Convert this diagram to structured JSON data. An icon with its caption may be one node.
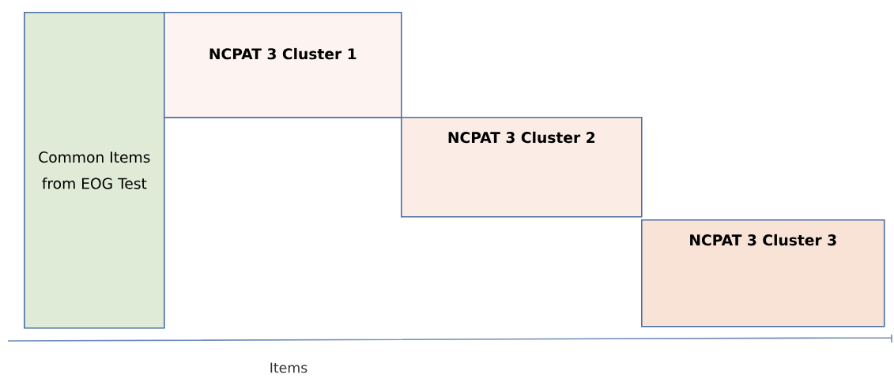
{
  "diagram": {
    "nodes": [
      {
        "text": [
          "Common Items from EOG Test"
        ]
      },
      {
        "text": [
          "NCPAT 3 Cluster 1"
        ]
      },
      {
        "text": [
          "NCPAT 3 Cluster 2"
        ]
      },
      {
        "text": [
          "NCPAT 3 Cluster 3"
        ]
      }
    ],
    "labels": [
      "Items"
    ]
  }
}
